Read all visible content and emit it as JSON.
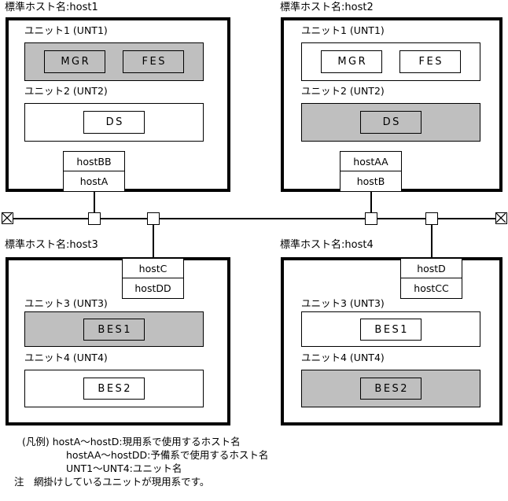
{
  "diagram": {
    "title_prefix": "標準ホスト名:",
    "hosts": [
      {
        "id": "host1",
        "title": "標準ホスト名:host1",
        "units": [
          {
            "label": "ユニット1 (UNT1)",
            "shaded": true,
            "processes": [
              "MGR",
              "FES"
            ]
          },
          {
            "label": "ユニット2 (UNT2)",
            "shaded": false,
            "processes": [
              "DS"
            ]
          }
        ],
        "hostnames": {
          "standby": "hostBB",
          "active": "hostA"
        }
      },
      {
        "id": "host2",
        "title": "標準ホスト名:host2",
        "units": [
          {
            "label": "ユニット1 (UNT1)",
            "shaded": false,
            "processes": [
              "MGR",
              "FES"
            ]
          },
          {
            "label": "ユニット2 (UNT2)",
            "shaded": true,
            "processes": [
              "DS"
            ]
          }
        ],
        "hostnames": {
          "standby": "hostAA",
          "active": "hostB"
        }
      },
      {
        "id": "host3",
        "title": "標準ホスト名:host3",
        "units": [
          {
            "label": "ユニット3 (UNT3)",
            "shaded": true,
            "processes": [
              "BES1"
            ]
          },
          {
            "label": "ユニット4 (UNT4)",
            "shaded": false,
            "processes": [
              "BES2"
            ]
          }
        ],
        "hostnames": {
          "active": "hostC",
          "standby": "hostDD"
        }
      },
      {
        "id": "host4",
        "title": "標準ホスト名:host4",
        "units": [
          {
            "label": "ユニット3 (UNT3)",
            "shaded": false,
            "processes": [
              "BES1"
            ]
          },
          {
            "label": "ユニット4 (UNT4)",
            "shaded": true,
            "processes": [
              "BES2"
            ]
          }
        ],
        "hostnames": {
          "active": "hostD",
          "standby": "hostCC"
        }
      }
    ],
    "network": {
      "terminator_icon": "bus-terminator-icon",
      "tap_icon": "bus-tap-icon"
    },
    "legend": {
      "line1": "(凡例) hostA〜hostD:現用系で使用するホスト名",
      "line2": "hostAA〜hostDD:予備系で使用するホスト名",
      "line3": "UNT1〜UNT4:ユニット名",
      "note": "注　網掛けしているユニットが現用系です。"
    },
    "colors": {
      "shade": "#bfbfbf",
      "line": "#000000",
      "background": "#ffffff"
    }
  }
}
